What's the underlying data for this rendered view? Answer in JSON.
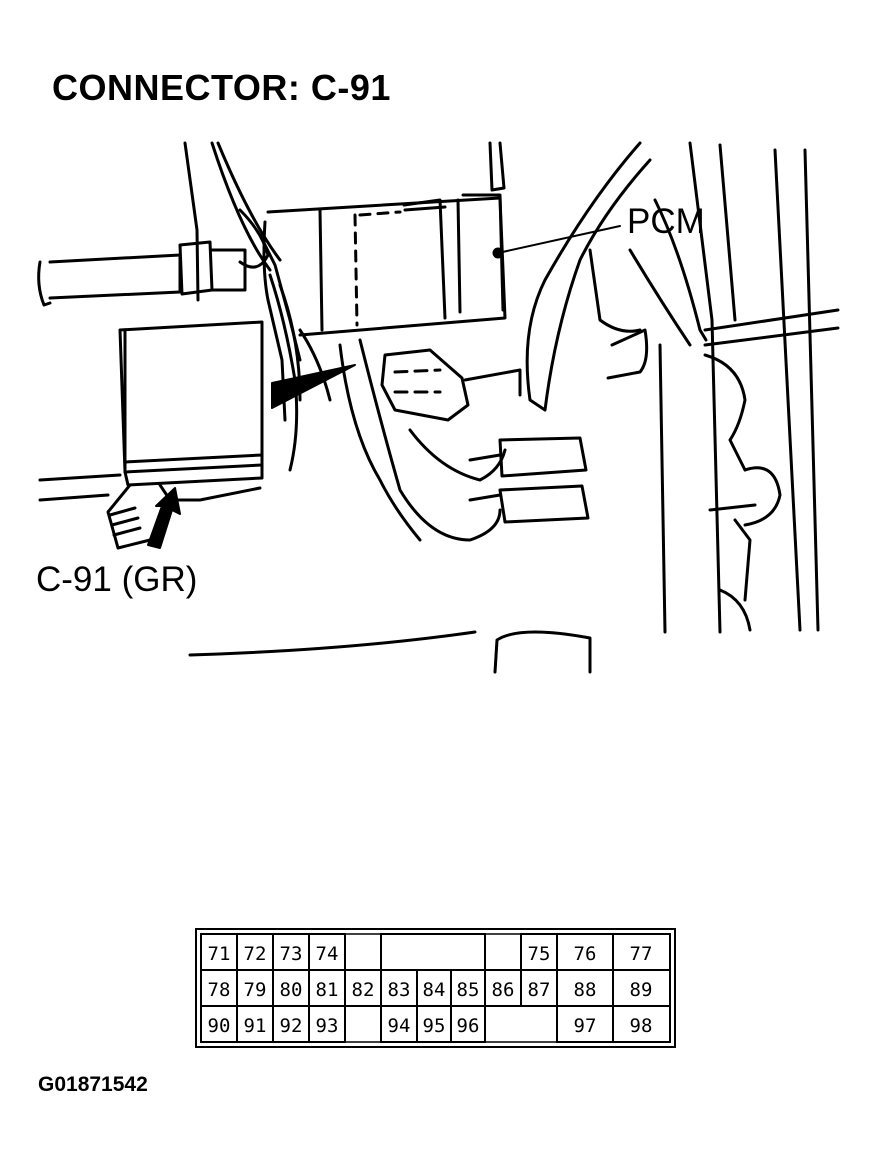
{
  "title": "CONNECTOR: C-91",
  "labels": {
    "pcm": "PCM",
    "connector": "C-91 (GR)"
  },
  "pinout": {
    "row1": [
      "71",
      "72",
      "73",
      "74",
      "75",
      "76",
      "77"
    ],
    "row2": [
      "78",
      "79",
      "80",
      "81",
      "82",
      "83",
      "84",
      "85",
      "86",
      "87",
      "88",
      "89"
    ],
    "row3": [
      "90",
      "91",
      "92",
      "93",
      "94",
      "95",
      "96",
      "97",
      "98"
    ]
  },
  "figure_code": "G01871542"
}
